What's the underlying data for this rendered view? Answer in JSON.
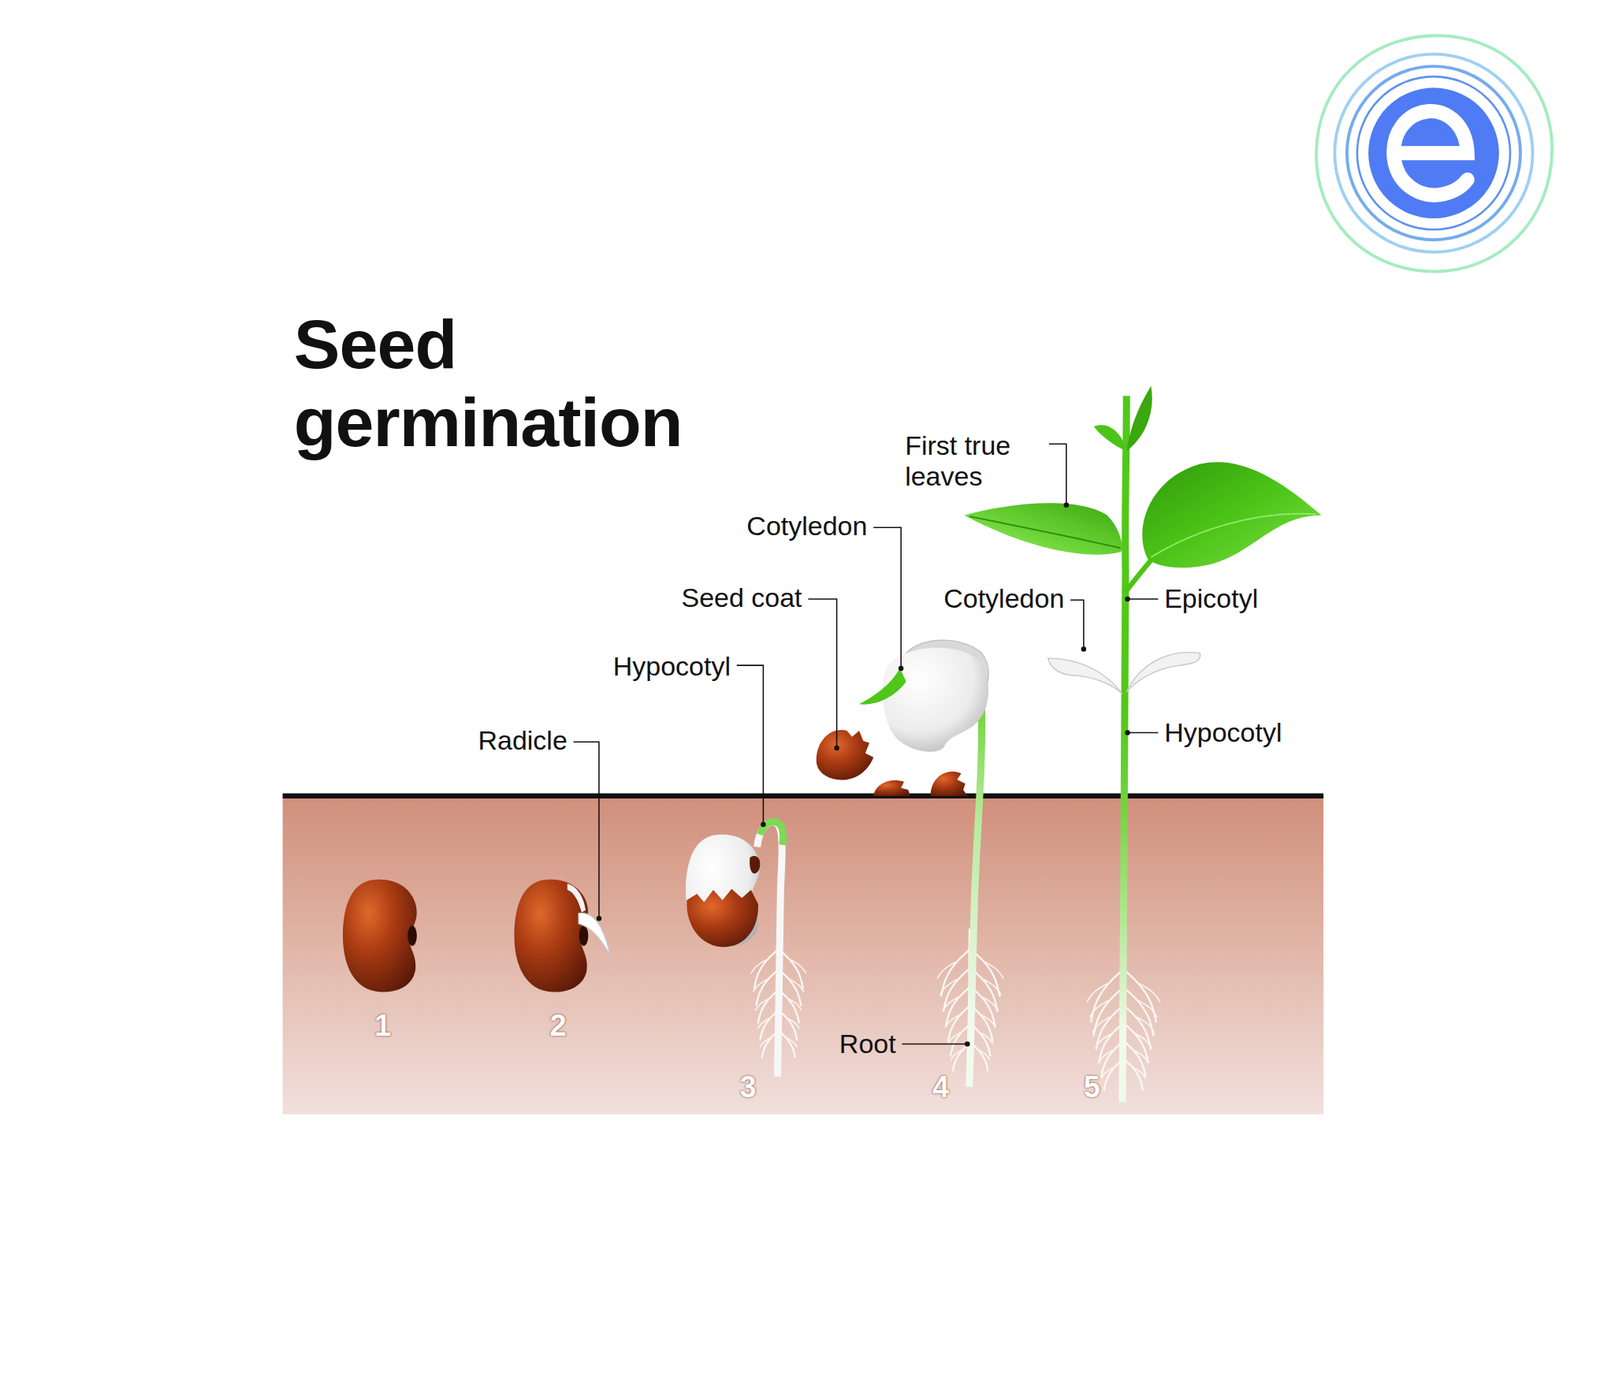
{
  "diagram": {
    "title": "Seed germination",
    "labels": [
      "Radicle",
      "Hypocotyl",
      "Seed coat",
      "Cotyledon",
      "First true leaves",
      "Cotyledon",
      "Epicotyl",
      "Hypocotyl",
      "Root",
      "1",
      "2",
      "3",
      "4",
      "5"
    ]
  }
}
